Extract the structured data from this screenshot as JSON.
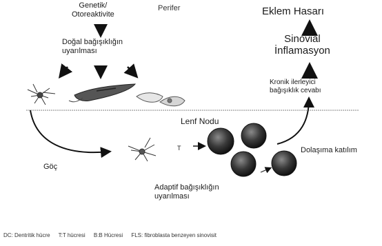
{
  "labels": {
    "genetik_line1": "Genetik/",
    "genetik_line2": "Otoreaktivite",
    "dogal_line1": "Doğal bağışıklığın",
    "dogal_line2": "uyarılması",
    "perifer": "Perifer",
    "eklem": "Eklem Hasarı",
    "sinovial_line1": "Sinovial",
    "sinovial_line2": "İnflamasyon",
    "kronik_line1": "Kronik ilerleyici",
    "kronik_line2": "bağışıklık cevabı",
    "lenf": "Lenf Nodu",
    "goc": "Göç",
    "dolasim": "Dolaşıma katılım",
    "adaptif_line1": "Adaptif bağışıklığın",
    "adaptif_line2": "uyarılması",
    "t_marker": "T"
  },
  "legend": [
    "DC: Dentritik hücre",
    "T:T hücresi",
    "B:B Hücresi",
    "FLS: fibroblasta benzeyen sinovisit"
  ]
}
